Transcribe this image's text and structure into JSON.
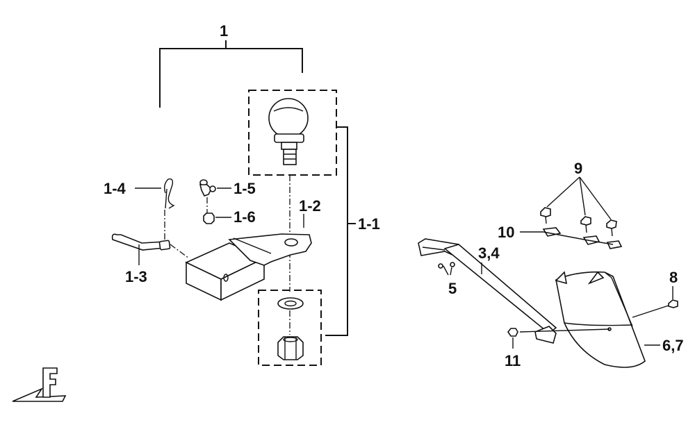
{
  "labels": {
    "l1": "1",
    "l1_1": "1-1",
    "l1_2": "1-2",
    "l1_3": "1-3",
    "l1_4": "1-4",
    "l1_5": "1-5",
    "l1_6": "1-6",
    "l3_4": "3,4",
    "l5": "5",
    "l6_7": "6,7",
    "l8": "8",
    "l9": "9",
    "l10": "10",
    "l11": "11"
  },
  "front_marker": "F",
  "colors": {
    "ink": "#111111",
    "background": "#ffffff"
  }
}
